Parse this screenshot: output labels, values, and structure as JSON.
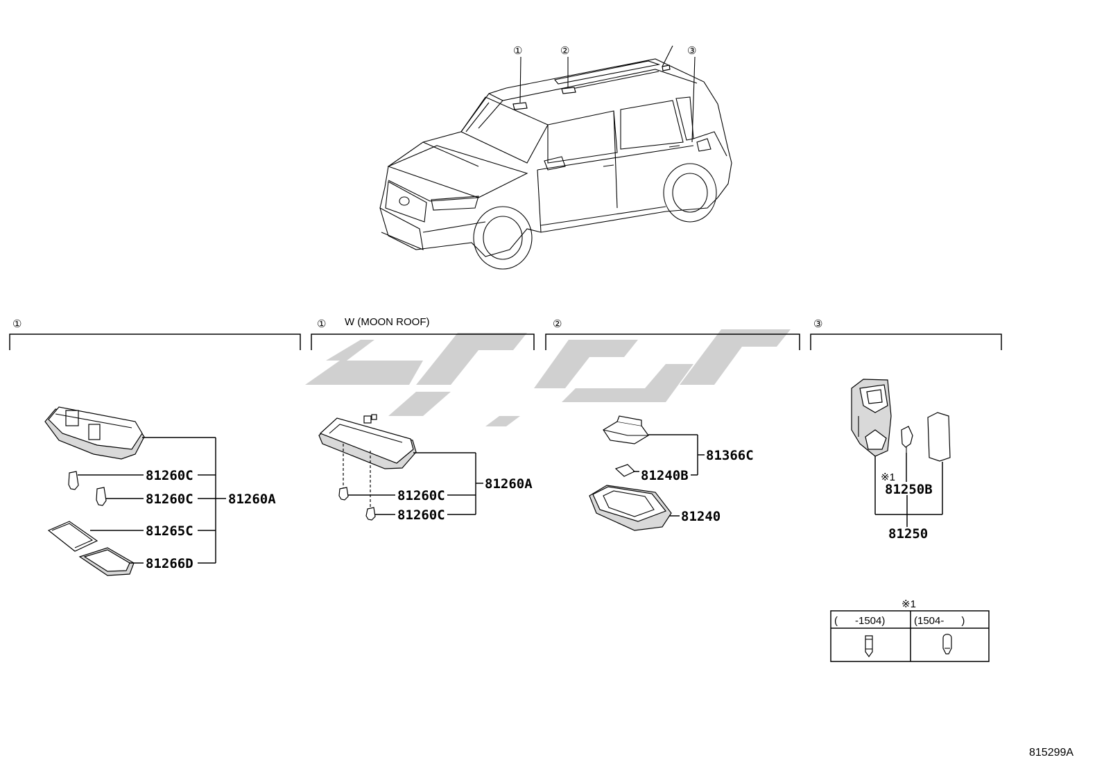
{
  "callouts": {
    "top_1": "①",
    "top_2": "②",
    "top_3": "③",
    "sec_1a": "①",
    "sec_1b": "①",
    "sec_2": "②",
    "sec_3": "③"
  },
  "section_captions": {
    "moon_roof": "W (MOON ROOF)"
  },
  "parts": {
    "s1": {
      "assembly": "81260A",
      "items": [
        "81260C",
        "81260C",
        "81265C",
        "81266D"
      ]
    },
    "s1b": {
      "assembly": "81260A",
      "items": [
        "81260C",
        "81260C"
      ]
    },
    "s2": {
      "items": [
        "81366C",
        "81240B",
        "81240"
      ]
    },
    "s3": {
      "note_mark": "※1",
      "bulb": "81250B",
      "assembly": "81250"
    }
  },
  "table": {
    "title": "※1",
    "col1": "(      -1504)",
    "col2": "(1504-      )"
  },
  "diagram_code": "815299A",
  "colors": {
    "ink": "#000000",
    "watermark": "#c8c8c8",
    "shade": "#d9d9d9"
  }
}
